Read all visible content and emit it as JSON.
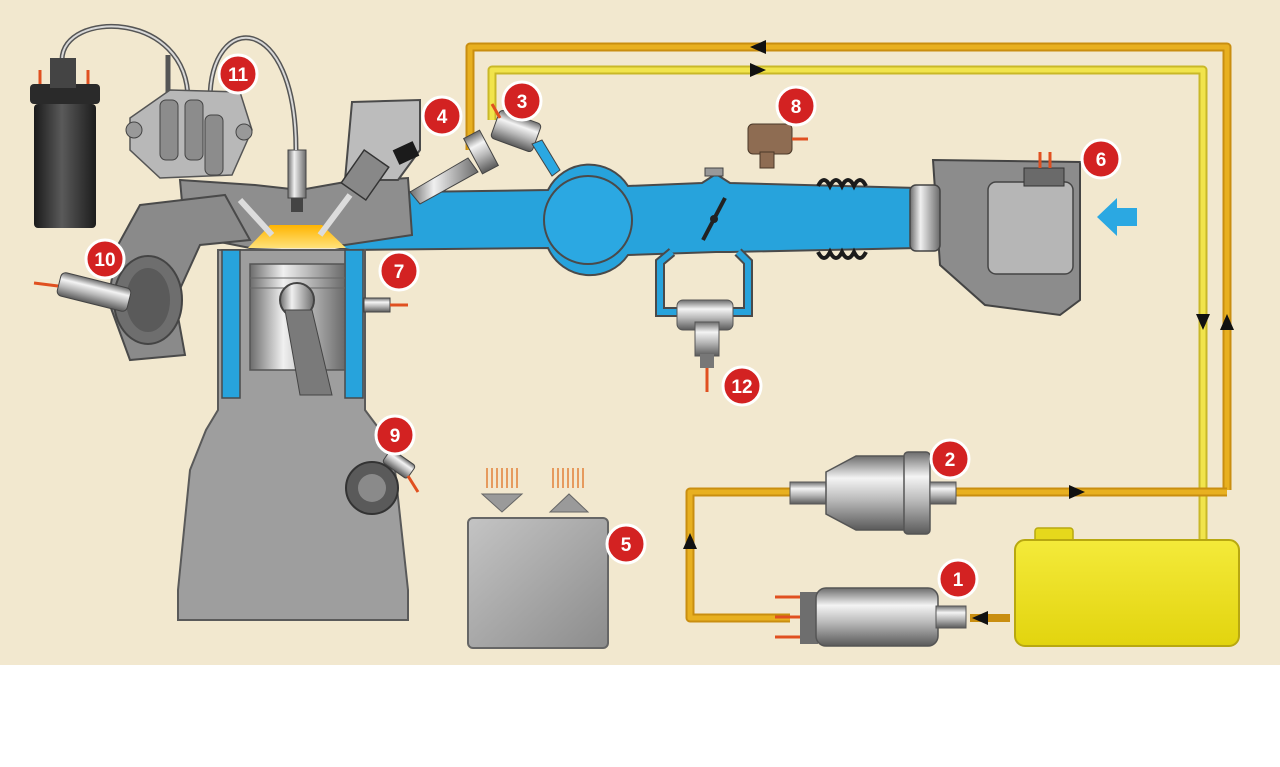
{
  "diagram": {
    "colors": {
      "background": "#f2e8cf",
      "air_intake": "#27a3dc",
      "fuel_line": "#e0a418",
      "fuel_return": "#e8d640",
      "tank": "#ece21c",
      "metal": "#9a9a9a",
      "marker": "#d32222"
    },
    "markers": [
      {
        "id": "m1",
        "label": "1"
      },
      {
        "id": "m2",
        "label": "2"
      },
      {
        "id": "m3",
        "label": "3"
      },
      {
        "id": "m4",
        "label": "4"
      },
      {
        "id": "m5",
        "label": "5"
      },
      {
        "id": "m6",
        "label": "6"
      },
      {
        "id": "m7",
        "label": "7"
      },
      {
        "id": "m8",
        "label": "8"
      },
      {
        "id": "m9",
        "label": "9"
      },
      {
        "id": "m10",
        "label": "10"
      },
      {
        "id": "m11",
        "label": "11"
      },
      {
        "id": "m12",
        "label": "12"
      }
    ]
  }
}
